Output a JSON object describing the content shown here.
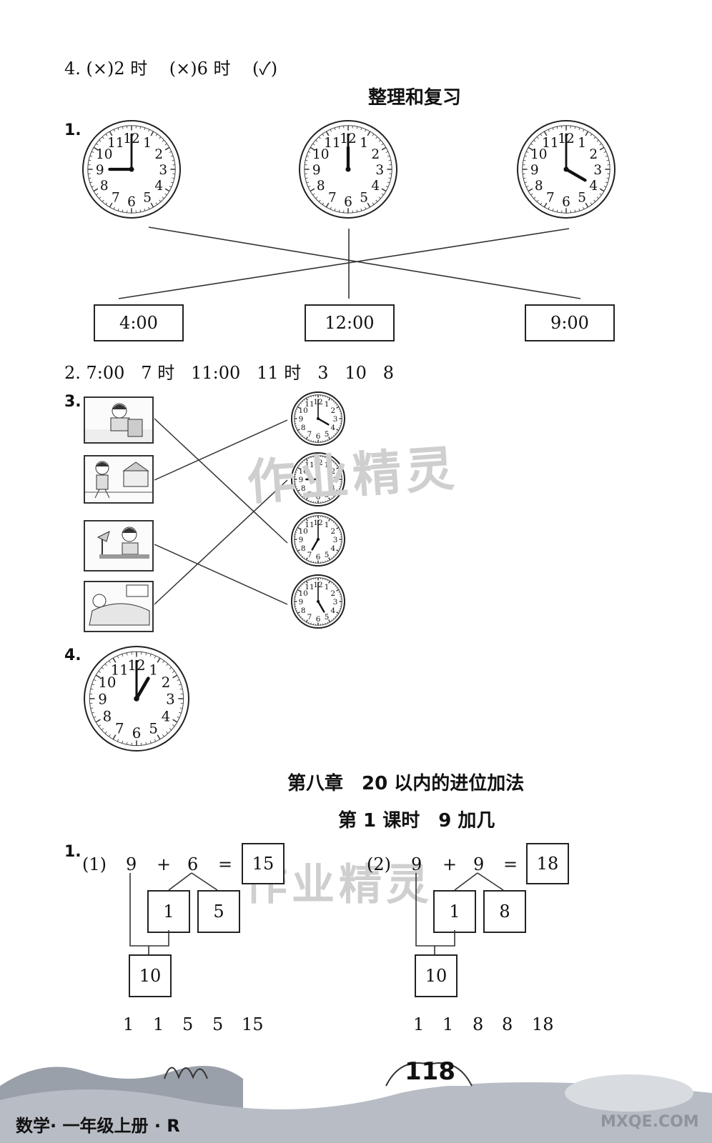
{
  "answer4_top": "4. (×)2 时    (×)6 时    (✓)",
  "section_title": "整理和复习",
  "q1": {
    "label": "1.",
    "clocks": [
      {
        "hour": 9,
        "minute": 0
      },
      {
        "hour": 12,
        "minute": 0
      },
      {
        "hour": 4,
        "minute": 0
      }
    ],
    "boxes": [
      "4:00",
      "12:00",
      "9:00"
    ]
  },
  "q2": "2. 7:00   7 时   11:00   11 时   3   10   8",
  "q3": {
    "label": "3.",
    "clocks": [
      {
        "hour": 4,
        "minute": 0
      },
      {
        "hour": 9,
        "minute": 0
      },
      {
        "hour": 7,
        "minute": 0
      },
      {
        "hour": 5,
        "minute": 0
      }
    ]
  },
  "q4": {
    "label": "4.",
    "clock": {
      "hour": 1,
      "minute": 0
    }
  },
  "chapter_title": "第八章　20 以内的进位加法",
  "lesson_title": "第 1 课时　9 加几",
  "q1b": {
    "label": "1.",
    "part1": {
      "prefix": "(1)",
      "a": "9",
      "op": "+",
      "b": "6",
      "eq": "=",
      "result": "15",
      "split_a": "1",
      "split_b": "5",
      "ten": "10",
      "answers": [
        "1",
        "1",
        "5",
        "5",
        "15"
      ]
    },
    "part2": {
      "prefix": "(2)",
      "a": "9",
      "op": "+",
      "b": "9",
      "eq": "=",
      "result": "18",
      "split_a": "1",
      "split_b": "8",
      "ten": "10",
      "answers": [
        "1",
        "1",
        "8",
        "8",
        "18"
      ]
    }
  },
  "watermark": "作业精灵",
  "footer": {
    "page_number": "118",
    "book": "数学· 一年级上册 · R",
    "site": "MXQE.COM"
  },
  "colors": {
    "ink": "#111111",
    "line": "#333333",
    "watermark": "#cfcfcf",
    "footer_gray": "#8f939c"
  }
}
